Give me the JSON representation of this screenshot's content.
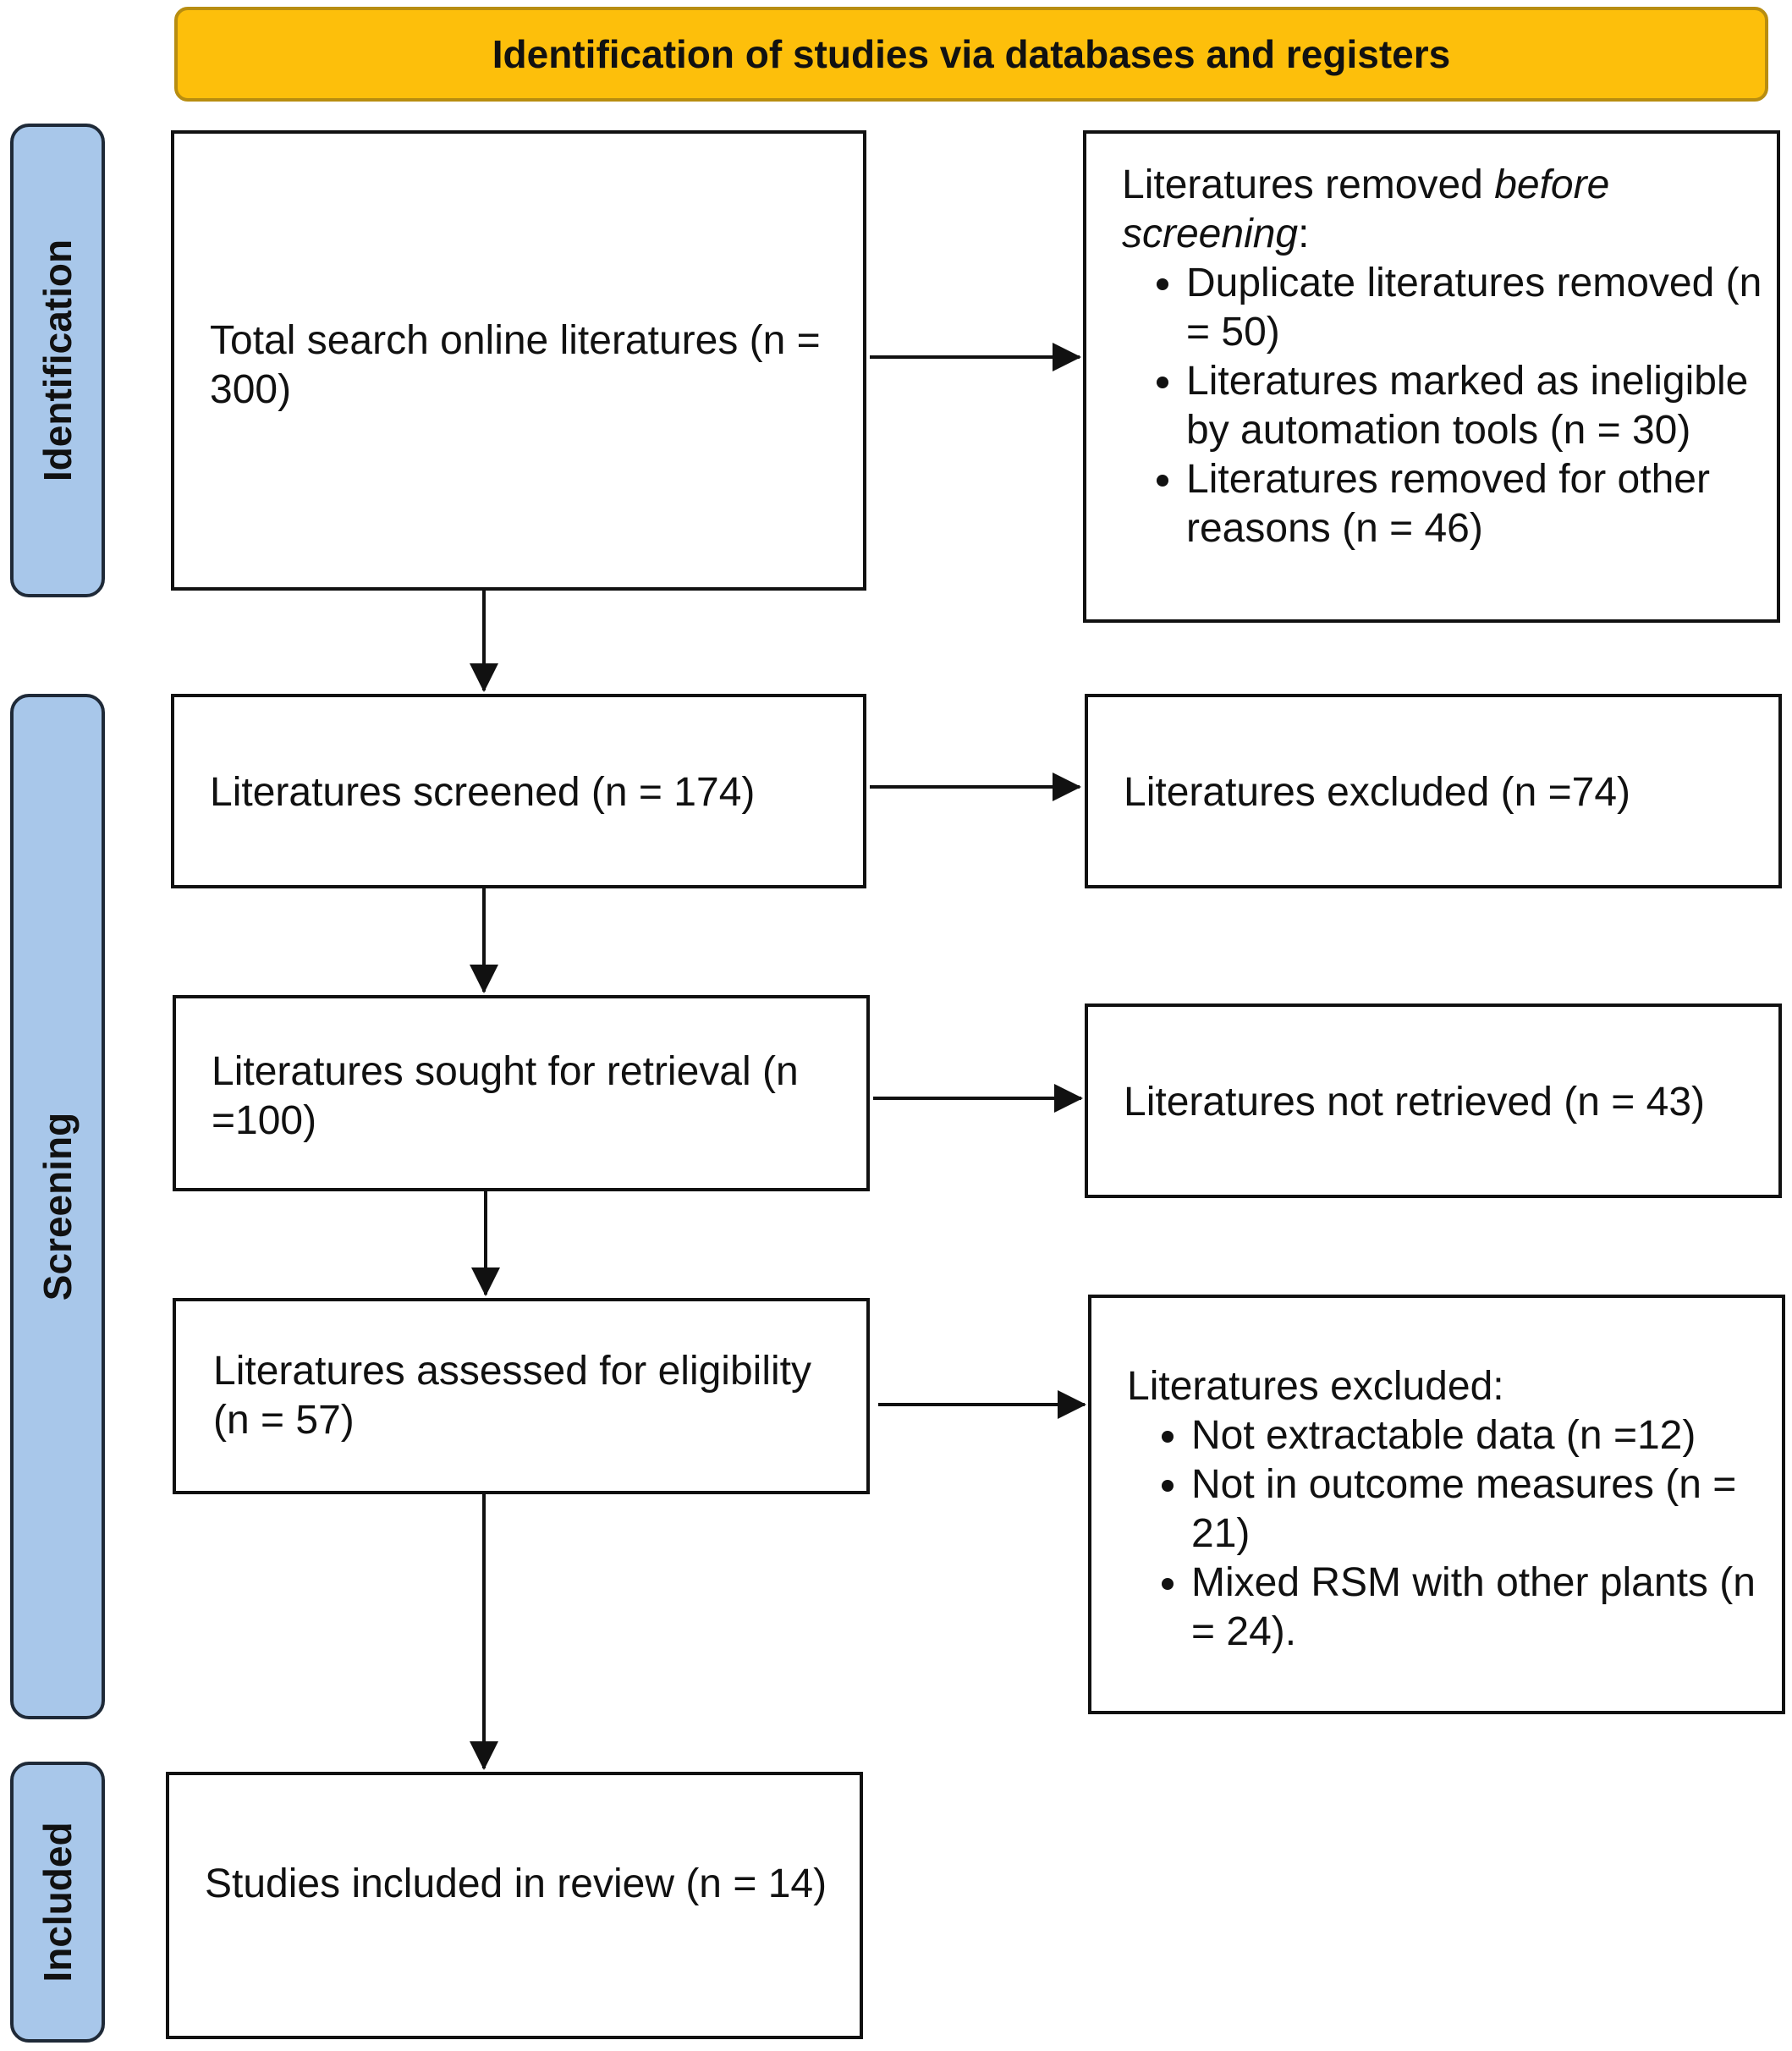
{
  "banner": {
    "title": "Identification of studies via databases and registers"
  },
  "phases": {
    "identification": "Identification",
    "screening": "Screening",
    "included": "Included"
  },
  "boxes": {
    "total_search": "Total search online literatures (n = 300)",
    "removed_before": {
      "heading_prefix": "Literatures removed ",
      "heading_emphasis": "before screening",
      "heading_suffix": ":",
      "items": [
        "Duplicate literatures removed (n = 50)",
        "Literatures marked as ineligible by automation tools (n = 30)",
        "Literatures removed for other reasons (n = 46)"
      ]
    },
    "screened": "Literatures screened (n = 174)",
    "excluded_screening": "Literatures excluded (n =74)",
    "sought_retrieval": "Literatures sought for retrieval (n =100)",
    "not_retrieved": "Literatures not retrieved (n = 43)",
    "assessed_eligibility": "Literatures assessed for eligibility (n = 57)",
    "excluded_eligibility": {
      "heading": "Literatures excluded:",
      "items": [
        "Not extractable data (n =12)",
        "Not in outcome measures (n = 21)",
        "Mixed RSM with other plants (n = 24)."
      ]
    },
    "included": "Studies included in review (n = 14)"
  },
  "colors": {
    "banner_fill": "#fdbf0b",
    "phase_fill": "#a8c7ea",
    "box_border": "#111111"
  }
}
